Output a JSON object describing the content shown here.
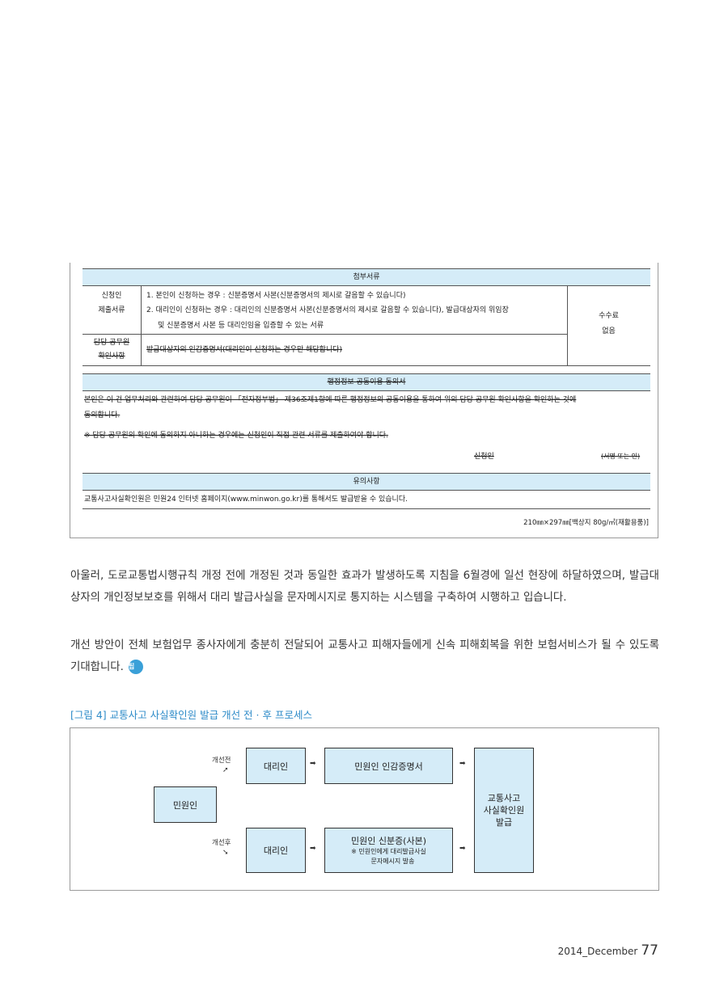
{
  "form": {
    "attach_header": "첨부서류",
    "applicant_docs_label": [
      "신청인",
      "제출서류"
    ],
    "applicant_docs": [
      "1. 본인이 신청하는 경우 : 신분증명서 사본(신분증명서의 제시로 갈음할 수 있습니다)",
      "2. 대리인이 신청하는 경우 : 대리인의 신분증명서 사본(신분증명서의 제시로 갈음할 수 있습니다), 발급대상자의 위임장",
      "및 신분증명서 사본 등 대리인임을 입증할 수 있는 서류"
    ],
    "fee_label": [
      "수수료",
      "없음"
    ],
    "officer_label": [
      "담당 공무원",
      "확인사항"
    ],
    "officer_text": "발급대상자의 인감증명서(대리인이 신청하는 경우만 해당합니다)",
    "consent_header": "행정정보 공동이용 동의서",
    "consent_text": [
      "본인은 이 건 업무처리와 관련하여 담당 공무원이 「전자정부법」 제36조제1항에 따른 행정정보의 공동이용을 통하여 위의 담당 공무원 확인사항을 확인하는 것에",
      "동의합니다."
    ],
    "consent_note": "※ 담당 공무원의 확인에 동의하지 아니하는 경우에는 신청인이 직접 관련 서류를 제출하여야 합니다.",
    "signer": "신청인",
    "signature": "(서명 또는 인)",
    "notice_header": "유의사항",
    "notice_text": "교통사고사실확인원은 민원24 인터넷 홈페이지(www.minwon.go.kr)를 통해서도 발급받을 수 있습니다.",
    "paper_spec": "210㎜×297㎜[백상지 80g/㎡(재활용품)]"
  },
  "body": {
    "para1": "아울러, 도로교통법시행규칙 개정 전에 개정된 것과 동일한 효과가 발생하도록 지침을 6월경에 일선 현장에 하달하였으며, 발급대상자의 개인정보보호를 위해서 대리 발급사실을 문자메시지로 통지하는 시스템을 구축하여 시행하고 입습니다.",
    "para2": "개선 방안이 전체 보험업무 종사자에게 충분히 전달되어 교통사고 피해자들에게 신속 피해회복을 위한 보험서비스가 될 수 있도록 기대합니다.",
    "tip_icon": "팁"
  },
  "figure": {
    "title": "[그림 4] 교통사고 사실확인원 발급 개선 전 · 후 프로세스",
    "before_label": "개선전",
    "after_label": "개선후",
    "citizen": "민원인",
    "agent_top": "대리인",
    "agent_bottom": "대리인",
    "before_doc": "민원인 인감증명서",
    "after_doc": "민원인 신분증(사본)",
    "after_note": [
      "※ 민원인에게 대리발급사실",
      "문자메시지 발송"
    ],
    "result": [
      "교통사고",
      "사실확인원",
      "발급"
    ]
  },
  "footer": {
    "issue": "2014_December",
    "page": "77"
  }
}
